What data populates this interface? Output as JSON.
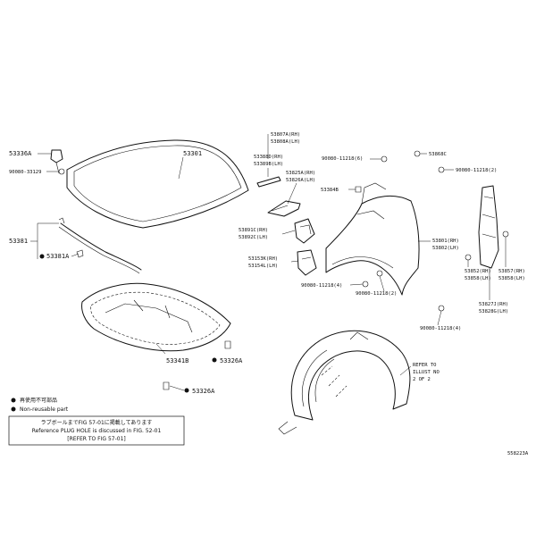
{
  "parts": {
    "p53336A": "53336A",
    "p90080_331_29": "90080-33129",
    "p53301": "53301",
    "p53381": "53381",
    "p53381A": "53381A",
    "p53807A": "53807A(RH)",
    "p53808A": "53808A(LH)",
    "p53388D": "53388D(RH)",
    "p53389B": "53389B(LH)",
    "p53825A": "53825A(RH)",
    "p53826A": "53826A(LH)",
    "p53384B": "53384B",
    "p53891C": "53891C(RH)",
    "p53892C": "53892C(LH)",
    "p53153K": "53153K(RH)",
    "p53154L": "53154L(LH)",
    "p90080_112_left": "90080-11218(4)",
    "p90080_112_top": "90080-11218(6)",
    "p53868C": "53868C",
    "p90080_112_right": "90080-11218(2)",
    "p53801": "53801(RH)",
    "p53802": "53802(LH)",
    "p53852": "53852(RH)",
    "p53858": "53858(LH)",
    "p53857": "53857(RH)",
    "p53858b": "53858(LH)",
    "p53827J": "53827J(RH)",
    "p53828G": "53828G(LH)",
    "p90080_112_mid": "90080-11218(2)",
    "p90080_112_bottom": "90080-11218(4)",
    "p53341B": "53341B",
    "p53326A_1": "53326A",
    "p53326A_2": "53326A"
  },
  "refer": {
    "line1": "REFER TO",
    "line2": "ILLUST NO",
    "line3": "2 OF 2"
  },
  "legend": {
    "reusable_jp": "再使用不可部品",
    "reusable_en": "Non-reusable part",
    "note_jp": "ラブボールまでFIG 57-01に掲載してあります",
    "note_en": "Reference PLUG HOLE is discussed in FIG. 52-01",
    "note_ref": "[REFER TO FIG 57-01]"
  },
  "figure_id": "558223A"
}
